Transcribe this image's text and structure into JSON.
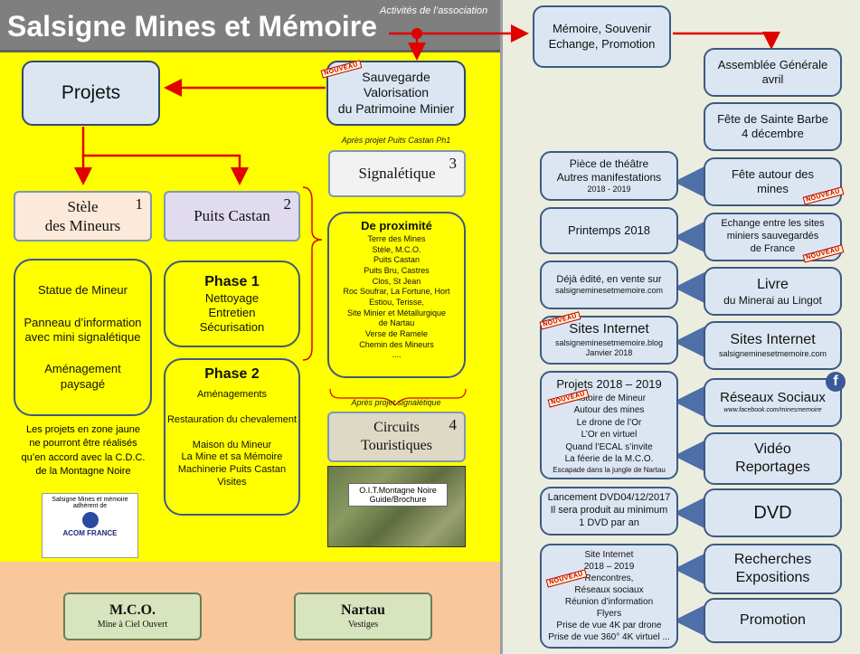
{
  "header": {
    "title": "Salsigne Mines et Mémoire",
    "subtitle": "Activités de l’association"
  },
  "nouveau": "NOUVEAU",
  "left": {
    "projets": "Projets",
    "sauvegarde": [
      "Sauvegarde",
      "Valorisation",
      "du Patrimoine Minier"
    ],
    "apres_castan": "Après projet Puits Castan Ph1",
    "apres_signal": "Après projet signalétique",
    "stele": {
      "line1": "Stèle",
      "line2": "des Mineurs",
      "num": "1"
    },
    "castan": {
      "label": "Puits Castan",
      "num": "2"
    },
    "signal": {
      "label": "Signalétique",
      "num": "3"
    },
    "circuits": {
      "line1": "Circuits",
      "line2": "Touristiques",
      "num": "4"
    },
    "statue": [
      "Statue de Mineur",
      "Panneau d’information avec mini signalétique",
      "Aménagement paysagé"
    ],
    "phase1": {
      "title": "Phase 1",
      "items": [
        "Nettoyage",
        "Entretien",
        "Sécurisation"
      ]
    },
    "phase2": {
      "title": "Phase 2",
      "items": [
        "Aménagements",
        "Restauration du chevalement",
        "Maison du Mineur",
        "La Mine et sa Mémoire",
        "Machinerie Puits Castan",
        "Visites"
      ]
    },
    "proximite": {
      "title": "De proximité",
      "items": [
        "Terre des Mines",
        "Stèle, M.C.O.",
        "Puits Castan",
        "Puits Bru, Castres",
        "Clos, St Jean",
        "Roc Soufrar, La Fortune, Hort",
        "Estiou, Terisse,",
        "Site Minier et Métallurgique",
        "de Nartau",
        "Verse de Ramele",
        "Chemin des Mineurs",
        "...."
      ]
    },
    "note": [
      "Les projets en zone jaune",
      "ne pourront être réalisés",
      "qu’en accord avec la C.D.C.",
      "de la Montagne Noire"
    ],
    "acom": {
      "line1": "Salsigne Mines et mémoire",
      "line2": "adhérent de",
      "brand": "ACOM FRANCE"
    },
    "oit": [
      "O.I.T.Montagne Noire",
      "Guide/Brochure"
    ]
  },
  "bottom": {
    "mco": {
      "title": "M.C.O.",
      "sub": "Mine à Ciel Ouvert"
    },
    "nartau": {
      "title": "Nartau",
      "sub": "Vestiges"
    }
  },
  "right": {
    "memoire": [
      "Mémoire, Souvenir",
      "Echange, Promotion"
    ],
    "ag": [
      "Assemblée Générale",
      "avril"
    ],
    "barbe": [
      "Fête de Sainte Barbe",
      "4 décembre"
    ],
    "theatre": [
      "Pièce de théâtre",
      "Autres manifestations",
      "2018 - 2019"
    ],
    "fete_mines": [
      "Fête autour des",
      "mines"
    ],
    "printemps": "Printemps 2018",
    "echange": [
      "Echange entre  les sites",
      "miniers sauvegardés",
      "de France"
    ],
    "deja": [
      "Déjà édité, en vente sur",
      "salsignemineset­memoire.com"
    ],
    "livre": [
      "Livre",
      "du Minerai au Lingot"
    ],
    "sites_l": [
      "Sites Internet",
      "salsignemineset­memoire.blog",
      "Janvier 2018"
    ],
    "sites_r": [
      "Sites Internet",
      "salsignemineset­memoire.com"
    ],
    "projets1819": {
      "title": "Projets 2018 – 2019",
      "items": [
        "Histoire de Mineur",
        "Autour des mines",
        "Le drone de l’Or",
        "L’Or en virtuel",
        "Quand l’ECAL s’invite",
        "La féerie de la M.C.O.",
        "Escapade dans la jungle  de Nartau"
      ]
    },
    "reseaux": [
      "Réseaux Sociaux",
      "www.facebook.com/minesmemoire"
    ],
    "video": [
      "Vidéo",
      "Reportages"
    ],
    "lancement": [
      "Lancement DVD04/12/2017",
      "Il sera produit au minimum",
      "1 DVD par an"
    ],
    "dvd": "DVD",
    "siteinternet": {
      "items": [
        "Site Internet",
        "2018 – 2019",
        "Rencontres,",
        "Réseaux sociaux",
        "Réunion d’information",
        "Flyers",
        "Prise de vue 4K par drone",
        "Prise de vue 360° 4K virtuel ..."
      ]
    },
    "recherches": [
      "Recherches",
      "Expositions"
    ],
    "promotion": "Promotion"
  },
  "colors": {
    "yellow": "#ffff00",
    "header_gray": "#808080",
    "bottom_peach": "#f8c79c",
    "right_bg": "#ebeddf",
    "arrow_red": "#e00000",
    "box_blue": "#dce6f2",
    "arrow_blue": "#4f6fa8"
  }
}
